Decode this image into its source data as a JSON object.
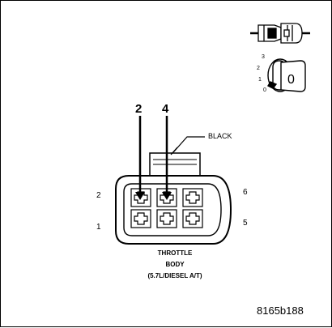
{
  "callouts": {
    "pin_a": "2",
    "pin_b": "4"
  },
  "wire_label": "BLACK",
  "pin_labels": {
    "left_top": "2",
    "left_bottom": "1",
    "right_top": "6",
    "right_bottom": "5"
  },
  "caption": {
    "line1": "THROTTLE",
    "line2": "BODY",
    "line3": "(5.7L/DIESEL A/T)"
  },
  "key_switch": {
    "pos3": "3",
    "pos2": "2",
    "pos1": "1",
    "pos0": "0",
    "key_face": "0"
  },
  "figure_id": "8165b188"
}
